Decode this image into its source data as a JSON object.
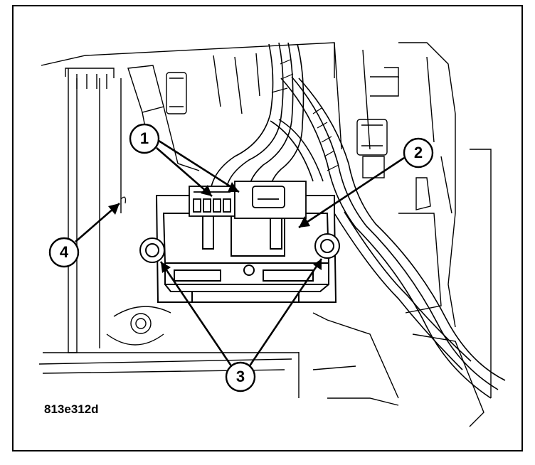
{
  "figure": {
    "id": "813e312d"
  },
  "callouts": [
    {
      "number": "1"
    },
    {
      "number": "2"
    },
    {
      "number": "3"
    },
    {
      "number": "4"
    }
  ]
}
